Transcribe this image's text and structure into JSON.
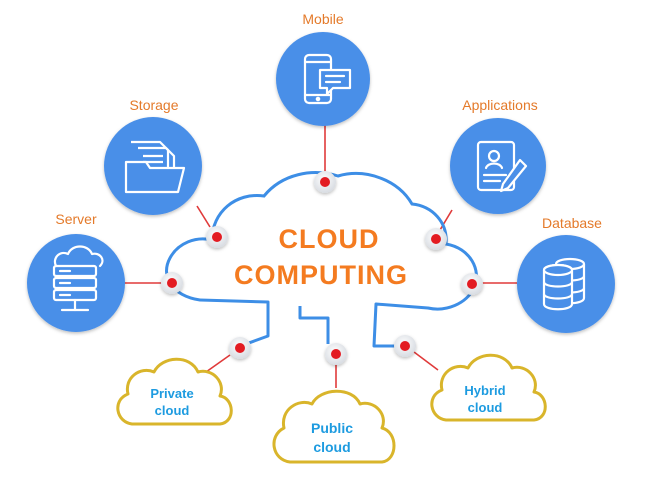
{
  "title": {
    "line1": "CLOUD",
    "line2": "COMPUTING"
  },
  "services": {
    "mobile": {
      "label": "Mobile",
      "icon": "mobile-chat-icon"
    },
    "storage": {
      "label": "Storage",
      "icon": "folder-documents-icon"
    },
    "applications": {
      "label": "Applications",
      "icon": "application-form-icon"
    },
    "server": {
      "label": "Server",
      "icon": "server-cloud-icon"
    },
    "database": {
      "label": "Database",
      "icon": "database-icon"
    }
  },
  "deployment": {
    "private": {
      "line1": "Private",
      "line2": "cloud"
    },
    "public": {
      "line1": "Public",
      "line2": "cloud"
    },
    "hybrid": {
      "line1": "Hybrid",
      "line2": "cloud"
    }
  },
  "colors": {
    "title": "#f47b20",
    "label": "#e47a2a",
    "circle": "#4a8fe8",
    "cloud_outline": "#3d8ee6",
    "node_ring": "#ffffff",
    "node_dot": "#e31b23",
    "connector": "#e03a3a",
    "small_cloud_outline": "#d9b52b",
    "small_cloud_text": "#1d9be0"
  }
}
